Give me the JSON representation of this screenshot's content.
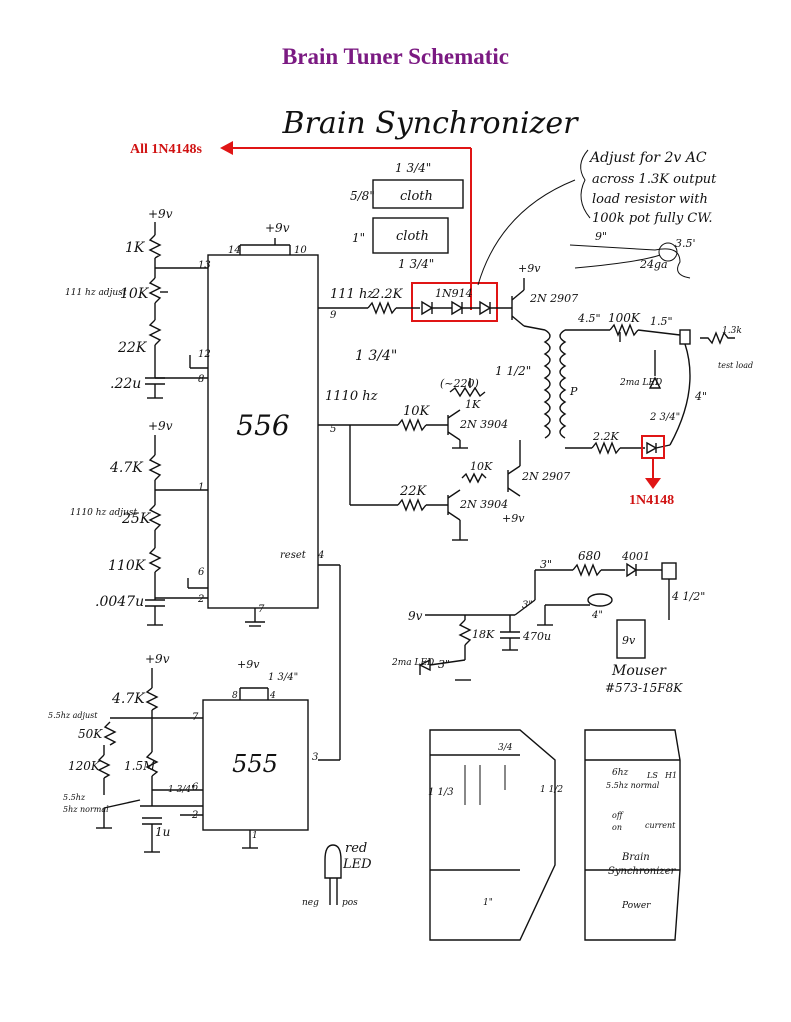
{
  "page_title": "Brain Tuner Schematic",
  "handwritten_title": "Brain Synchronizer",
  "annotations": {
    "all_diodes": "All 1N4148s",
    "diode_bottom": "1N4148"
  },
  "colors": {
    "title": "#7b1a82",
    "annotation": "#d01212",
    "ink": "#111111"
  },
  "ic556": {
    "name": "556",
    "pins": {
      "p14": "14",
      "p10": "10",
      "p13": "13",
      "p12": "12",
      "p8": "8",
      "p9": "9",
      "p5": "5",
      "p1": "1",
      "p6": "6",
      "p2": "2",
      "p7": "7",
      "p4": "4"
    },
    "reset": "reset",
    "vcc": "+9v"
  },
  "ic555": {
    "name": "555",
    "pins": {
      "p8": "8",
      "p4": "4",
      "p7": "7",
      "p6": "6",
      "p2": "2",
      "p3": "3",
      "p1": "1"
    },
    "vcc": "+9v",
    "dim": "1 3/4\""
  },
  "left_chain_top": {
    "vcc": "+9v",
    "r1": "1K",
    "pot": "10K",
    "pot_label": "111 hz adjust",
    "r2": "22K",
    "cap": ".22u"
  },
  "left_chain_mid": {
    "vcc": "+9v",
    "r1": "4.7K",
    "pot": "25K",
    "pot_label": "1110 hz adjust",
    "r2": "110K",
    "cap": ".0047u"
  },
  "left_chain_bottom": {
    "vcc": "+9v",
    "r1": "4.7K",
    "pot": "50K",
    "pot_label": "5.5hz adjust",
    "r2": "120K",
    "r3": "1.5M",
    "cap": "1u",
    "switch_top": "5.5hz",
    "switch_bottom": "5hz normal",
    "dim": "1 3/4\""
  },
  "signal_labels": {
    "f111": "111 hz",
    "f1110": "1110 hz",
    "dim_1_34": "1 3/4\"",
    "dim_1_12": "1 1/2\""
  },
  "cloth": {
    "w1": "1 3/4\"",
    "h1": "5/8\"",
    "label1": "cloth",
    "h2": "1\"",
    "label2": "cloth",
    "w2": "1 3/4\""
  },
  "driver": {
    "r_in": "2.2K",
    "diode": "1N914",
    "trans_pnp": "2N 2907",
    "vcc": "+9v",
    "pot_220": "(~220)",
    "pot_1k": "1K",
    "r10k_a": "10K",
    "trans_a": "2N 3904",
    "r22k": "22K",
    "trans_b": "2N 3904",
    "r10k_b": "10K",
    "trans_c": "2N 2907",
    "vcc2": "+9v"
  },
  "transformer": {
    "primary_label": "P",
    "dim_45": "4.5\"",
    "r100k": "100K",
    "dim_15": "1.5\"",
    "led": "2ma LED",
    "dim_234": "2 3/4\"",
    "dim_4": "4\"",
    "r22k": "2.2K",
    "test_r": "1.3k",
    "test_label": "test load"
  },
  "note": {
    "line1": "Adjust for 2v AC",
    "line2": "across 1.3K output",
    "line3": "load resistor with",
    "line4": "100k pot fully CW."
  },
  "earphone": {
    "len1": "9\"",
    "len2": "3.5'",
    "gauge": "24ga"
  },
  "power": {
    "dim3_a": "3\"",
    "r680": "680",
    "diode": "4001",
    "dim_412": "4 1/2\"",
    "v9": "9v",
    "dim3_b": "3\"",
    "dim4": "4\"",
    "r18k": "18K",
    "cap": "470u",
    "led": "2ma LED",
    "dim3_c": "3\"",
    "battery": "9v",
    "switch_line1": "Mouser",
    "switch_line2": "#573-15F8K"
  },
  "led_sketch": {
    "label1": "red",
    "label2": "LED",
    "neg": "neg",
    "pos": "pos"
  },
  "box_left": {
    "d34": "3/4",
    "d13": "1 1/3",
    "d12": "1 1/2",
    "d1": "1\""
  },
  "box_right": {
    "a": "6hz",
    "b": "5.5hz normal",
    "c": "LS",
    "d": "H1",
    "e": "off",
    "f": "on",
    "g": "current",
    "h": "Brain",
    "i": "Synchronizer",
    "j": "Power"
  }
}
